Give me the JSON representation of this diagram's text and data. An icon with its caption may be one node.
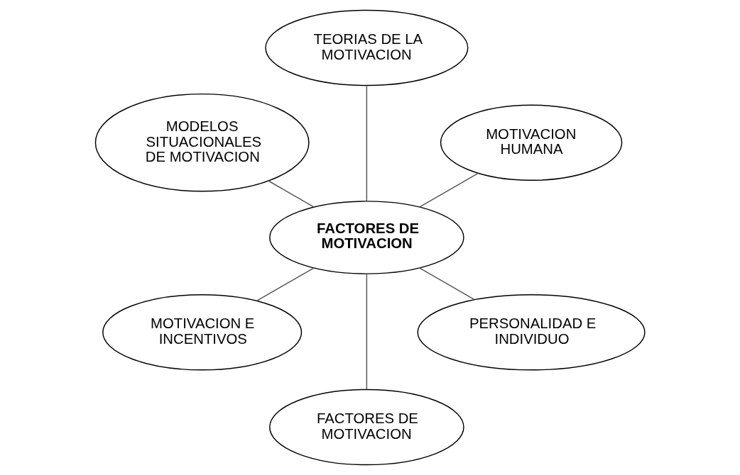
{
  "diagram": {
    "nodes": [
      {
        "text": [
          "MOTIVACION HUMANA"
        ]
      },
      {
        "text": [
          "TEORIAS DE LA MOTIVACION"
        ]
      },
      {
        "text": [
          "MODELOS SITUACIONALES DE MOTIVACION"
        ]
      },
      {
        "text": [
          "FACTORES DE MOTIVACION"
        ]
      },
      {
        "text": [
          "MOTIVACION E INCENTIVOS"
        ]
      },
      {
        "text": [
          "FACTORES DE MOTIVACION"
        ]
      },
      {
        "text": [
          "PERSONALIDAD E INDIVIDUO"
        ]
      }
    ],
    "edges": [
      {
        "from": 3,
        "to": 0,
        "arrow": "none"
      },
      {
        "from": 3,
        "to": 1,
        "arrow": "none"
      },
      {
        "from": 3,
        "to": 2,
        "arrow": "none"
      },
      {
        "from": 3,
        "to": 4,
        "arrow": "none"
      },
      {
        "from": 3,
        "to": 5,
        "arrow": "none"
      },
      {
        "from": 3,
        "to": 6,
        "arrow": "none"
      }
    ]
  }
}
